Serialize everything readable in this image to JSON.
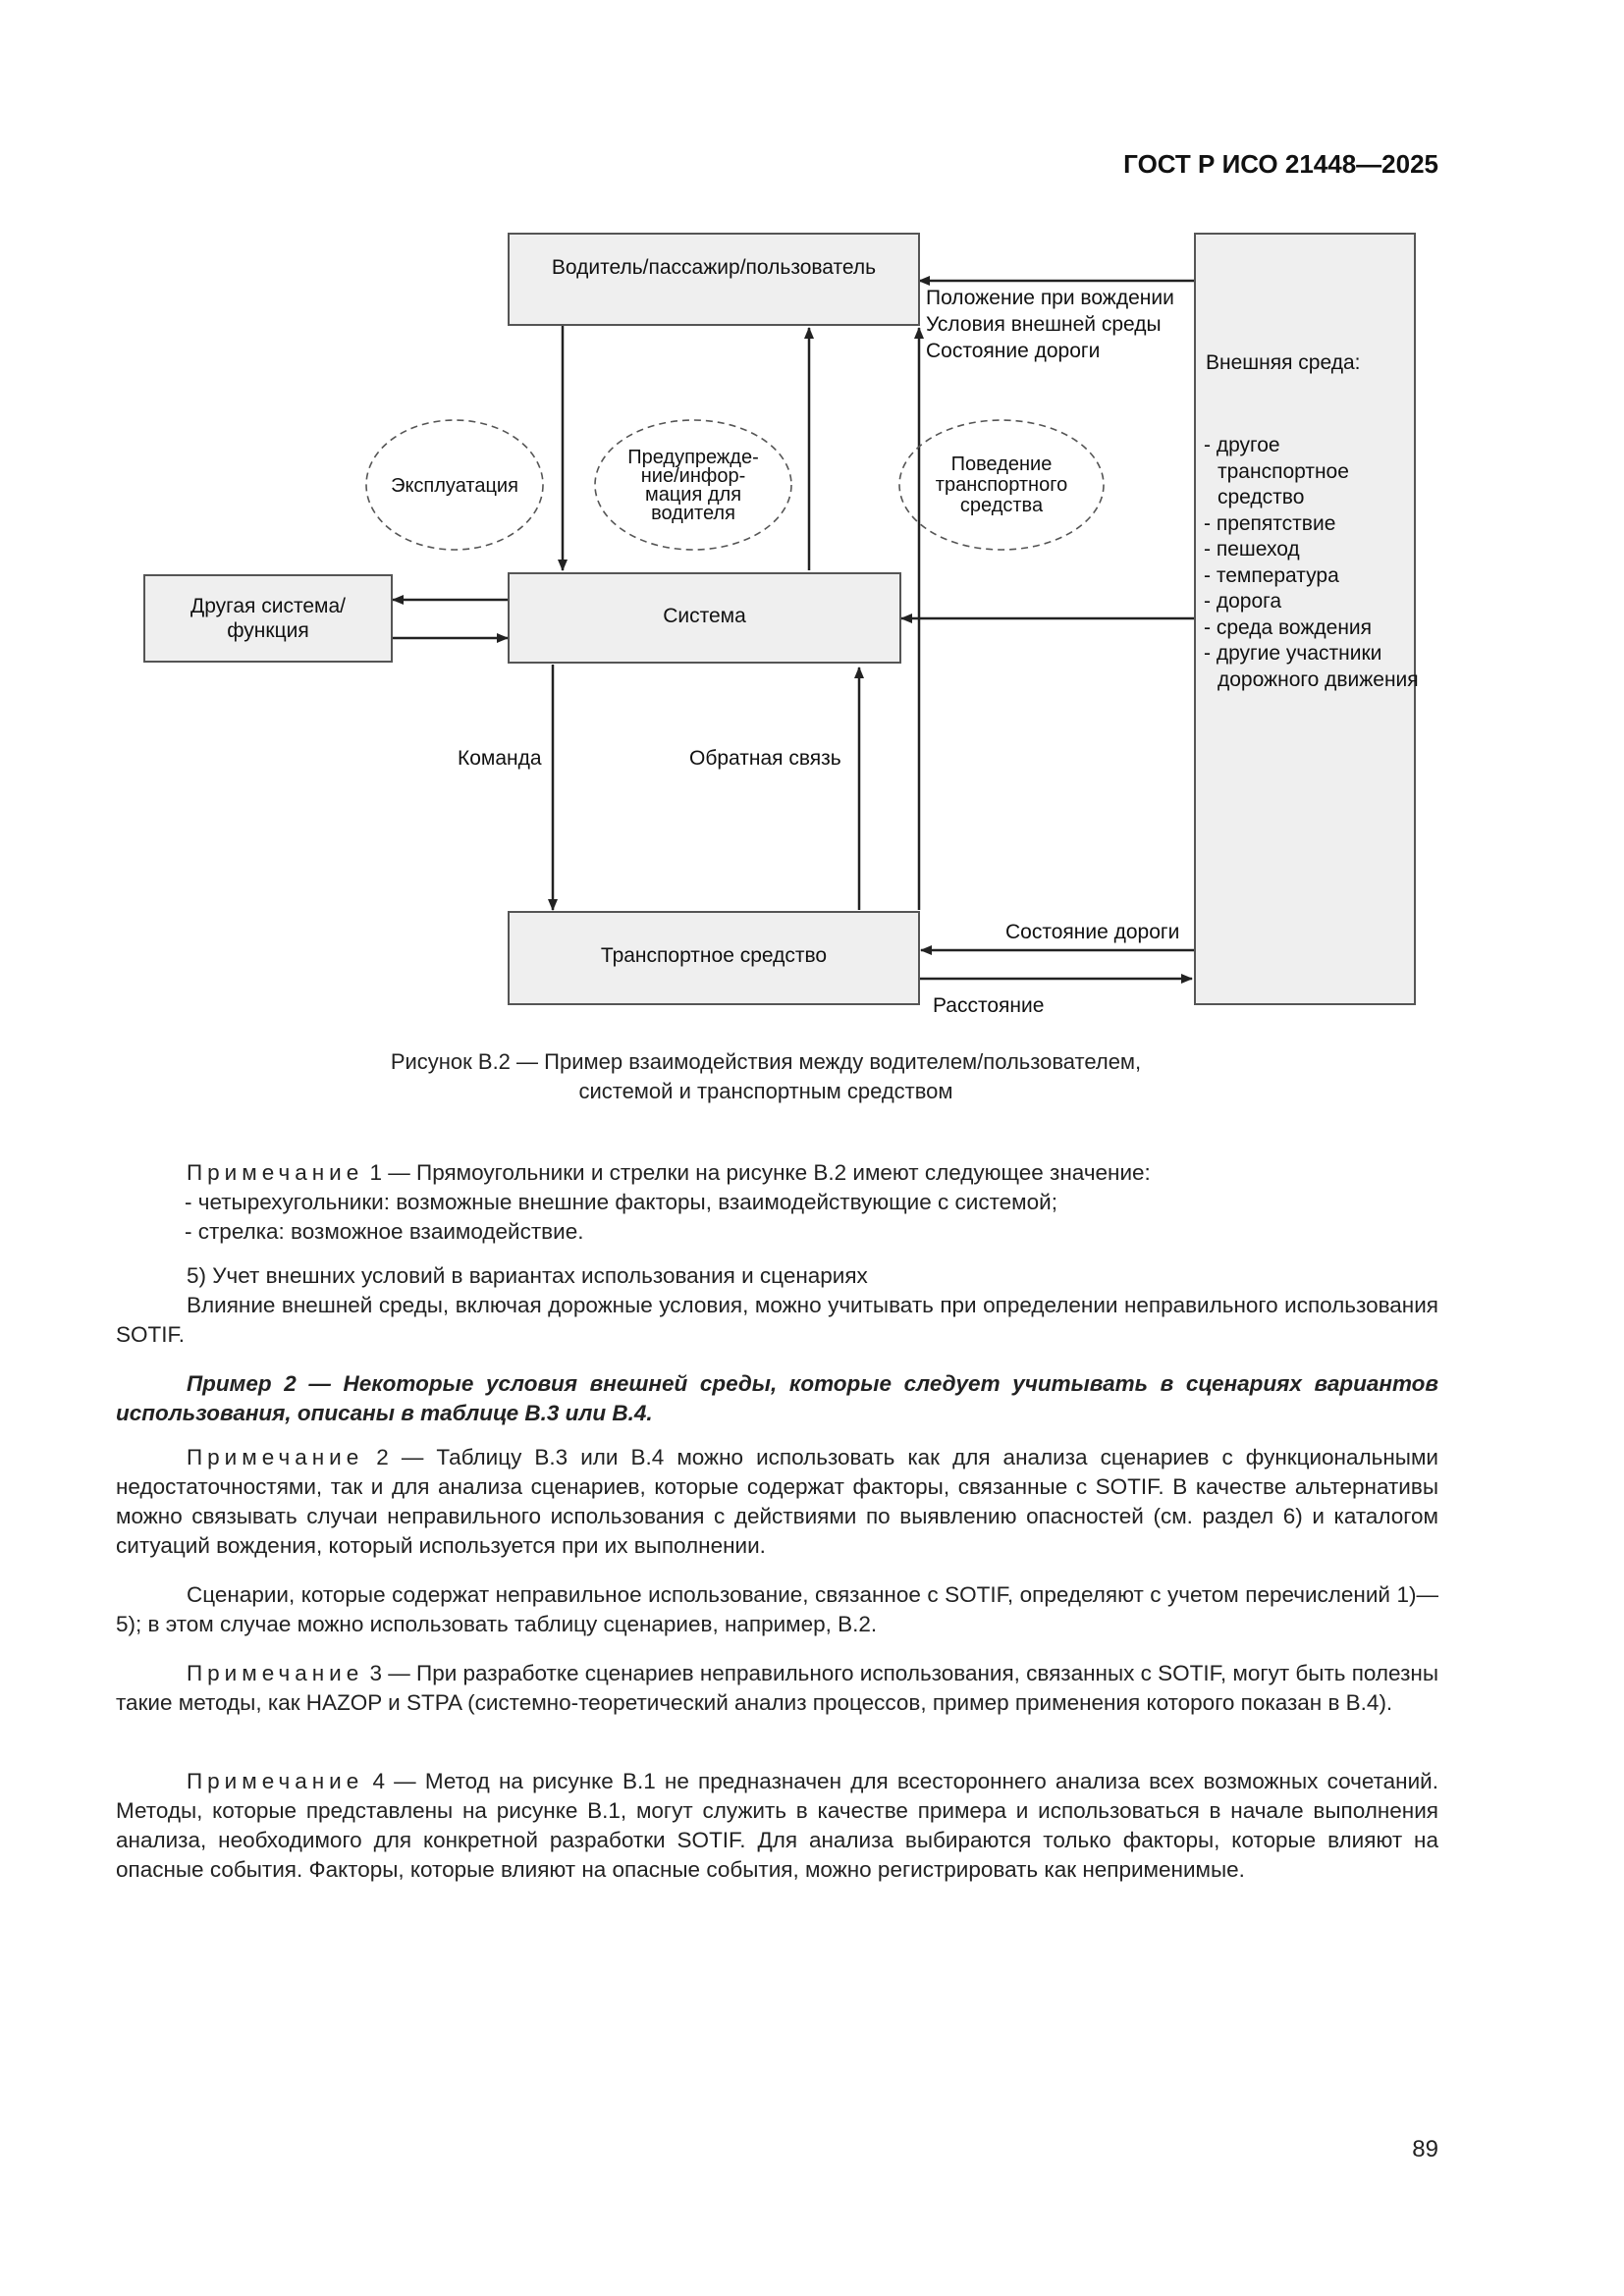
{
  "header": {
    "doc_id": "ГОСТ Р ИСО 21448—2025"
  },
  "diagram": {
    "driver_box": "Водитель/пассажир/пользователь",
    "system_box": "Система",
    "other_system_box": "Другая система/функция",
    "vehicle_box": "Транспортное средство",
    "external_title": "Внешняя среда:",
    "external_items": [
      "- другое транспортное средство",
      "- препятствие",
      "- пешеход",
      "- температура",
      "- дорога",
      "- среда вождения",
      "- другие участники дорожного движения"
    ],
    "oval_operation": "Эксплуатация",
    "oval_warning": "Предупрежде-ние/инфор-мация для водителя",
    "oval_behavior": "Поведение транспортного средства",
    "env_to_driver_1": "Положение при вождении",
    "env_to_driver_2": "Условия внешней среды",
    "env_to_driver_3": "Состояние дороги",
    "command": "Команда",
    "feedback": "Обратная связь",
    "road_state": "Состояние дороги",
    "distance": "Расстояние"
  },
  "caption": {
    "line1": "Рисунок В.2 — Пример взаимодействия между водителем/пользователем,",
    "line2": "системой и транспортным средством"
  },
  "note1": {
    "label": "Примечание",
    "text": "1 — Прямоугольники и стрелки на рисунке В.2 имеют следующее значение:",
    "item1": "- четырехугольники: возможные внешние факторы, взаимодействующие с системой;",
    "item2": "- стрелка: возможное взаимодействие."
  },
  "item5": {
    "title": "5) Учет внешних условий в вариантах использования и сценариях",
    "text": "Влияние внешней среды, включая дорожные условия, можно учитывать при определении неправильного использования SOTIF."
  },
  "example2": "Пример 2 — Некоторые условия внешней среды, которые следует учитывать в сценариях вариантов использования, описаны в таблице В.3 или В.4.",
  "note2": {
    "label": "Примечание",
    "text": "2 — Таблицу В.3 или В.4 можно использовать как для анализа сценариев с функциональными недостаточностями, так и для анализа сценариев, которые содержат факторы, связанные с SOTIF. В качестве альтернативы можно связывать случаи неправильного использования с действиями по выявлению опасностей (см. раздел 6) и каталогом ситуаций вождения, который используется при их выполнении."
  },
  "scenarios_para": "Сценарии, которые содержат неправильное использование, связанное с SOTIF, определяют с учетом перечислений 1)— 5); в этом случае можно использовать таблицу сценариев, например, В.2.",
  "note3": {
    "label": "Примечание",
    "text": "3 — При разработке сценариев неправильного использования, связанных с SOTIF, могут быть полезны такие методы, как HAZOP и STPA (системно-теоретический анализ процессов, пример применения которого показан в В.4)."
  },
  "note4": {
    "label": "Примечание",
    "text": "4 — Метод на рисунке В.1 не предназначен для всестороннего анализа всех возможных сочетаний. Методы, которые представлены на рисунке В.1, могут служить в качестве примера и использоваться в начале выполнения анализа, необходимого для конкретной разработки SOTIF. Для анализа выбираются только факторы, которые влияют на опасные события. Факторы, которые влияют на опасные события, можно регистрировать как неприменимые."
  },
  "page_number": "89"
}
